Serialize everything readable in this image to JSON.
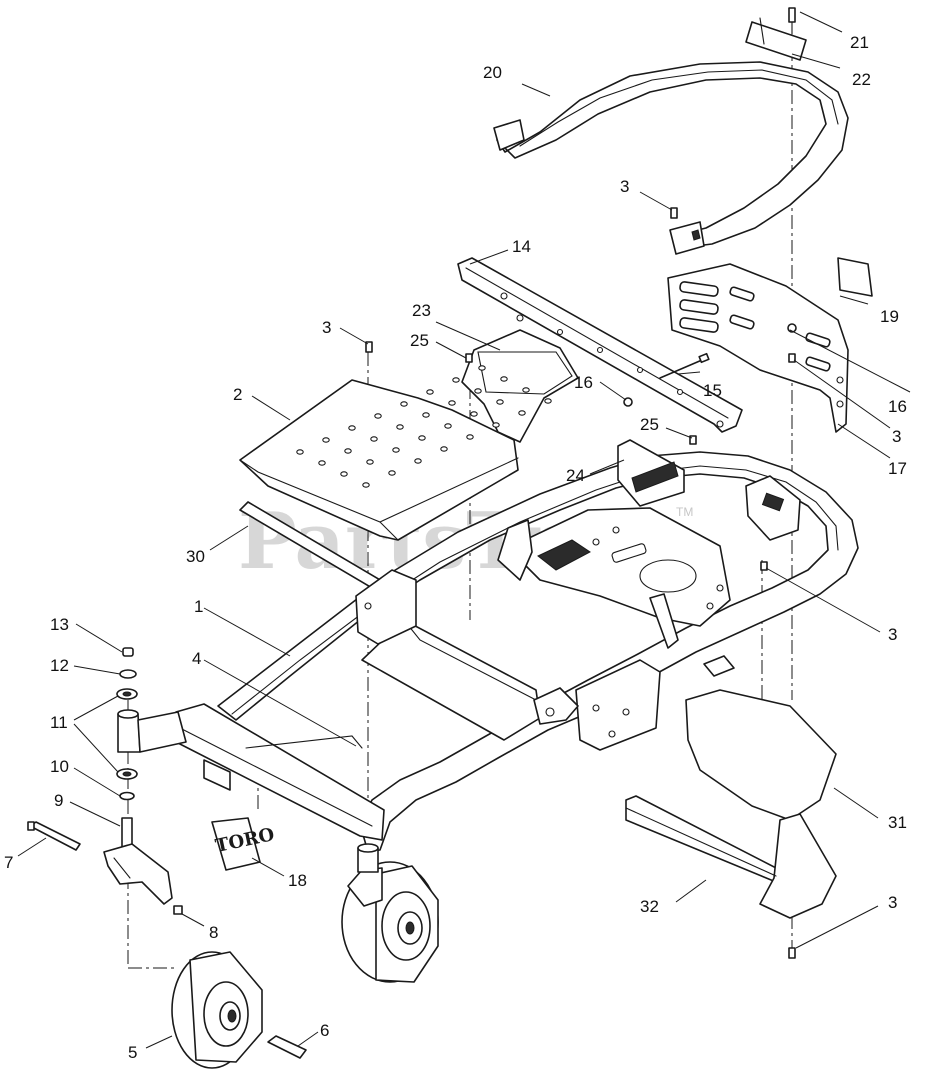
{
  "watermark": {
    "text": "PartsTree",
    "tm": "TM"
  },
  "logo": {
    "text": "TORO"
  },
  "callouts": {
    "c1": "1",
    "c2": "2",
    "c3a": "3",
    "c3b": "3",
    "c3c": "3",
    "c3d": "3",
    "c3e": "3",
    "c4": "4",
    "c5": "5",
    "c6": "6",
    "c7": "7",
    "c8": "8",
    "c9": "9",
    "c10": "10",
    "c11": "11",
    "c12": "12",
    "c13": "13",
    "c14": "14",
    "c15": "15",
    "c16a": "16",
    "c16b": "16",
    "c17": "17",
    "c18": "18",
    "c19": "19",
    "c20": "20",
    "c21": "21",
    "c22": "22",
    "c23": "23",
    "c24": "24",
    "c25a": "25",
    "c25b": "25",
    "c30": "30",
    "c31": "31",
    "c32": "32"
  }
}
